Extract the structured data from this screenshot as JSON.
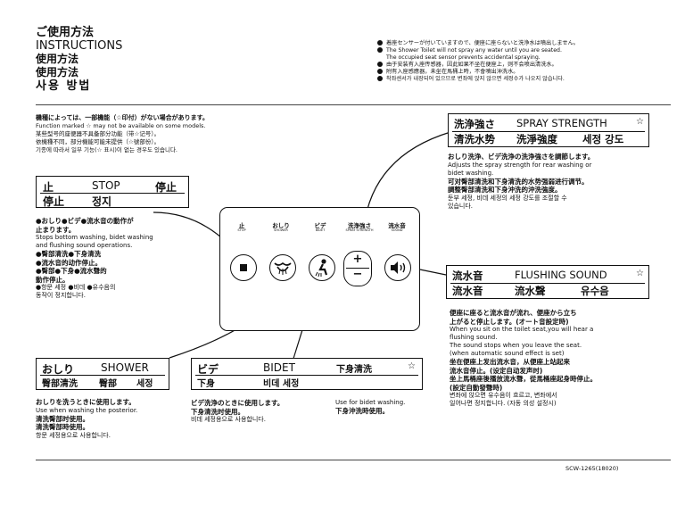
{
  "title": {
    "jp": "ご使用方法",
    "en": "INSTRUCTIONS",
    "cn1": "使用方法",
    "cn2": "使用方法",
    "kr": "사용 방법"
  },
  "notice": [
    "着座センサーが付いていますので、便座に座らないと洗浄水は噴出しません。",
    "The Shower Toilet will not spray any water until you are seated.",
    "The occupied seat sensor prevents accidental spraying.",
    "由于安装有入座传感器，因此如果不坐在便座上，则不会喷出清洗水。",
    "附有入座感應器，未坐在馬桶上時，不會噴出沖洗水。",
    "착좌센서가 내장되어 있으므로 변좌에 앉지 않으면 세정수가 나오지 않습니다."
  ],
  "function_note": [
    "機種によっては、一部機能（☆印付）がない場合があります。",
    "Function marked ☆ may not be available on some models.",
    "某些型号的座便器不具备部分功能（带☆记号）。",
    "依機種不同，部分機能可能未提供（☆號部份）。",
    "기종에 따라서 일부 기능(☆ 표시)이 없는 경우도 있습니다."
  ],
  "stop": {
    "jp": "止",
    "en": "STOP",
    "tw": "停止",
    "cn": "停止",
    "kr": "정지",
    "desc": [
      "●おしり●ビデ●流水音の動作が",
      "止まります。",
      "Stops bottom washing, bidet washing",
      "and flushing sound operations.",
      "●臀部清洗●下身清洗",
      "●流水音的动作停止。",
      "●臀部●下身●流水聲的",
      "動作停止。",
      "●항문 세정 ●비데 ●유수음의",
      "동작이 정지합니다."
    ]
  },
  "spray": {
    "jp": "洗浄強さ",
    "en": "SPRAY STRENGTH",
    "star": "☆",
    "cn": "清洗水势",
    "tw": "洗淨強度",
    "kr": "세정 강도",
    "desc": [
      "おしり洗浄、ビデ洗浄の洗浄強さを調節します。",
      "Adjusts the spray strength for rear washing or",
      "bidet washing.",
      "可对臀部清洗和下身清洗的水势强弱进行调节。",
      "調整臀部清洗和下身沖洗的沖洗強度。",
      "둔부 세정, 비데 세정의 세정 강도를 조절할 수",
      "있습니다."
    ]
  },
  "flush": {
    "jp": "流水音",
    "en": "FLUSHING SOUND",
    "star": "☆",
    "cn": "流水音",
    "tw": "流水聲",
    "kr": "유수음",
    "desc": [
      "便座に座ると流水音が流れ、便座から立ち",
      "上がると停止します。(オート音設定時)",
      "When you sit on the toilet seat,you will hear a",
      "flushing sound.",
      "The sound stops when you leave the seat.",
      "(when automatic sound effect is set)",
      "坐在便座上发出流水音，从便座上站起来",
      "流水音停止。(设定自动发声时)",
      "坐上馬桶座後播放流水聲，從馬桶座起身時停止。",
      "(設定自動發聲時)",
      "변좌에 앉으면 유수음이 흐르고, 변좌에서",
      "일어나면 정지합니다. (자동 의성 설정시)"
    ]
  },
  "shower": {
    "jp": "おしり",
    "en": "SHOWER",
    "cn": "臀部清洗",
    "tw": "臀部",
    "kr": "세정",
    "desc": [
      "おしりを洗うときに使用します。",
      "Use when washing the posterior.",
      "清洗臀部时使用。",
      "清洗臀部時使用。",
      "항문 세정용으로 사용합니다."
    ]
  },
  "bidet": {
    "jp": "ビデ",
    "en": "BIDET",
    "cn": "下身清洗",
    "star": "☆",
    "tw": "下身",
    "kr": "비데 세정",
    "desc_left": [
      "ビデ洗浄のときに使用します。",
      "下身清洗时使用。",
      "비데 세정용으로 사용합니다."
    ],
    "desc_right": [
      "Use for bidet washing.",
      "下身沖洗時使用。"
    ]
  },
  "panel": {
    "labels": [
      "止",
      "おしり",
      "ビデ",
      "洗浄強さ",
      "流水音"
    ],
    "sublabels": [
      "STOP",
      "SHOWER",
      "BIDET",
      "SPRAY STRENGTH",
      "SOUND"
    ],
    "plus": "+",
    "minus": "−"
  },
  "model": "SCW-1265(18020)"
}
